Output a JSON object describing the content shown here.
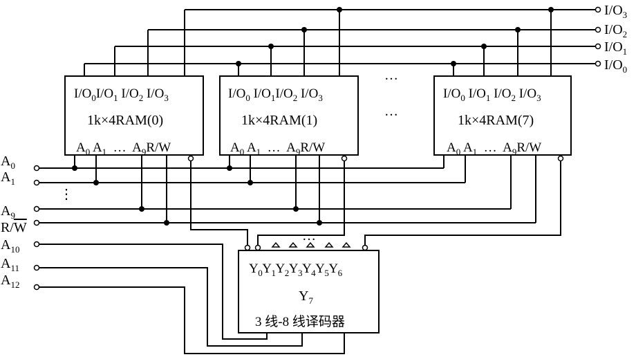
{
  "ram_chips": [
    {
      "io_0": "I/O",
      "io_1": "I/O",
      "io_2": "I/O",
      "io_3": "I/O",
      "title": "1k×4RAM(0)",
      "a0": "A",
      "a1": "A",
      "ellipsis": "…",
      "a9": "A",
      "rw": "R/W"
    },
    {
      "io_0": "I/O",
      "io_1": "I/O",
      "io_2": "I/O",
      "io_3": "I/O",
      "title": "1k×4RAM(1)",
      "a0": "A",
      "a1": "A",
      "ellipsis": "…",
      "a9": "A",
      "rw": "R/W"
    },
    {
      "io_0": "I/O",
      "io_1": "I/O",
      "io_2": "I/O",
      "io_3": "I/O",
      "title": "1k×4RAM(7)",
      "a0": "A",
      "a1": "A",
      "ellipsis": "…",
      "a9": "A",
      "rw": "R/W"
    }
  ],
  "subscripts": {
    "s0": "0",
    "s1": "1",
    "s2": "2",
    "s3": "3",
    "s4": "4",
    "s5": "5",
    "s6": "6",
    "s7": "7",
    "s9": "9",
    "s10": "10",
    "s11": "11",
    "s12": "12"
  },
  "ellipsis_h": "…",
  "ellipsis_v": "⋮",
  "inputs": {
    "a0": "A",
    "a1": "A",
    "a9": "A",
    "rw_r": "R/",
    "rw_w": "W",
    "a10": "A",
    "a11": "A",
    "a12": "A"
  },
  "outputs": {
    "io3": "I/O",
    "io2": "I/O",
    "io1": "I/O",
    "io0": "I/O"
  },
  "decoder": {
    "y": "Y",
    "title": "3 线-8 线译码器"
  }
}
